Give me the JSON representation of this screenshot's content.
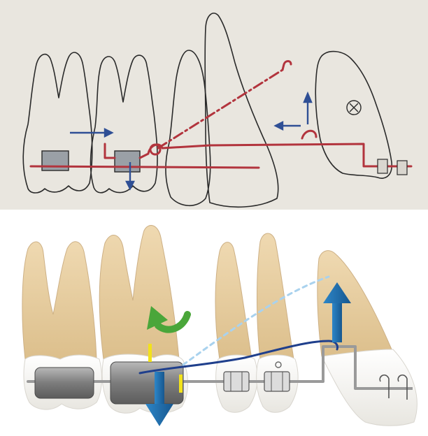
{
  "figure": {
    "top_panel": {
      "style": "line drawing",
      "background_color": "#e9e6df",
      "outline_color": "#2a2a2a",
      "wire_color": "#b2343d",
      "arrow_color": "#2f4f95",
      "marker_symbol": "circled-x"
    },
    "bottom_panel": {
      "style": "3d rendering",
      "crown_color": "#f8f6f0",
      "root_color": "#e6cb9c",
      "archwire_color": "#9a9a9a",
      "spring_color": "#1f3f8c",
      "dashed_line_color": "#a9d2ee",
      "vertical_arrow_color": "#1f6fae",
      "rotation_arrow_color": "#4aa63a",
      "marker_color": "#f2e21a"
    }
  }
}
